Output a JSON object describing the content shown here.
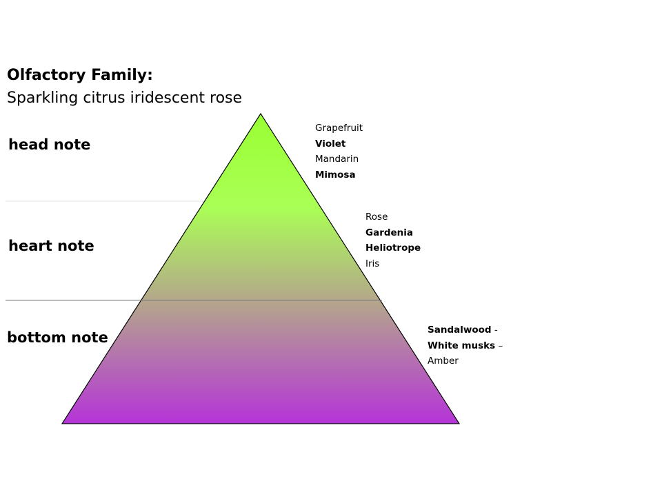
{
  "title": {
    "line1": "Olfactory Family:",
    "line2": "Sparkling citrus iridescent rose"
  },
  "tiers": {
    "head": {
      "label": "head note",
      "notes": [
        "Grapefruit",
        "Violet",
        "Mandarin",
        "Mimosa"
      ]
    },
    "heart": {
      "label": "heart note",
      "notes": [
        "Rose",
        "Gardenia",
        "Heliotrope",
        "Iris"
      ]
    },
    "bottom": {
      "label": "bottom note",
      "notes": [
        "Sandalwood",
        "-",
        "White musks",
        "–",
        "Amber"
      ]
    }
  },
  "colors": {
    "top": "#99ff33",
    "upper_mid": "#aaff55",
    "mid": "#b4a88a",
    "bottom": "#b534d8",
    "outline": "#000000"
  }
}
